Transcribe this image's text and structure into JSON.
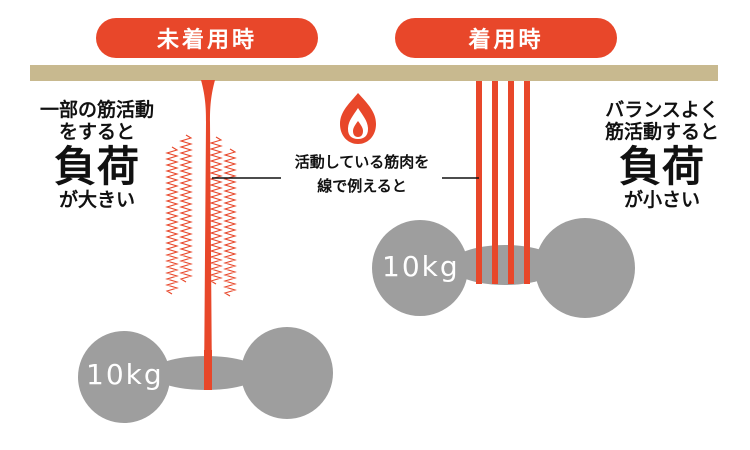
{
  "headers": {
    "before": "未着用時",
    "after": "着用時"
  },
  "left_text": {
    "line1": "一部の筋活動",
    "line2": "をすると",
    "big": "負荷",
    "line3": "が大きい"
  },
  "center_caption": {
    "line1": "活動している筋肉を",
    "line2": "線で例えると"
  },
  "right_text": {
    "line1": "バランスよく",
    "line2": "筋活動すると",
    "big": "負荷",
    "line3": "が小さい"
  },
  "weights": {
    "left": "10kg",
    "right": "10kg"
  },
  "colors": {
    "accent": "#e8472a",
    "bar": "#c8b98f",
    "weight": "#9e9e9e",
    "text": "#111111"
  },
  "icons": [
    "fire-icon",
    "zigzag-strain-lines"
  ]
}
